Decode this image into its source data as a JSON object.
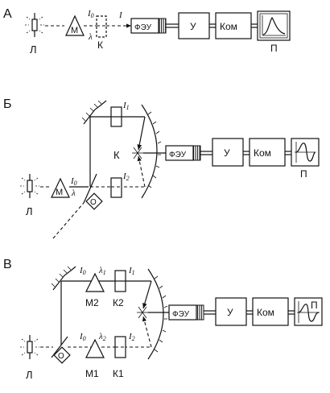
{
  "panels": {
    "a": {
      "tag": "А",
      "lamp": "Л",
      "mono": "М",
      "i0": "I",
      "i0_sub": "0",
      "lambda": "λ",
      "i": "I",
      "cuvette": "К",
      "pmt": "ФЭУ",
      "amp": "У",
      "com": "Ком",
      "rec": "П"
    },
    "b": {
      "tag": "Б",
      "lamp": "Л",
      "mono": "М",
      "i0": "I",
      "i0_sub": "0",
      "lambda": "λ",
      "i1": "I",
      "i1_sub": "1",
      "i2": "I",
      "i2_sub": "2",
      "cuvette": "К",
      "modulator": "О",
      "pmt": "ФЭУ",
      "amp": "У",
      "com": "Ком",
      "rec": "П"
    },
    "c": {
      "tag": "В",
      "lamp": "Л",
      "mono1": "М1",
      "mono2": "М2",
      "i0_top": "I",
      "i0_top_sub": "0",
      "i0_bot": "I",
      "i0_bot_sub": "0",
      "lambda1": "λ",
      "lambda1_sub": "1",
      "lambda2": "λ",
      "lambda2_sub": "2",
      "i1": "I",
      "i1_sub": "1",
      "i2": "I",
      "i2_sub": "2",
      "cuvette1": "К1",
      "cuvette2": "К2",
      "modulator": "О",
      "pmt": "ФЭУ",
      "amp": "У",
      "com": "Ком",
      "rec": "П"
    }
  }
}
